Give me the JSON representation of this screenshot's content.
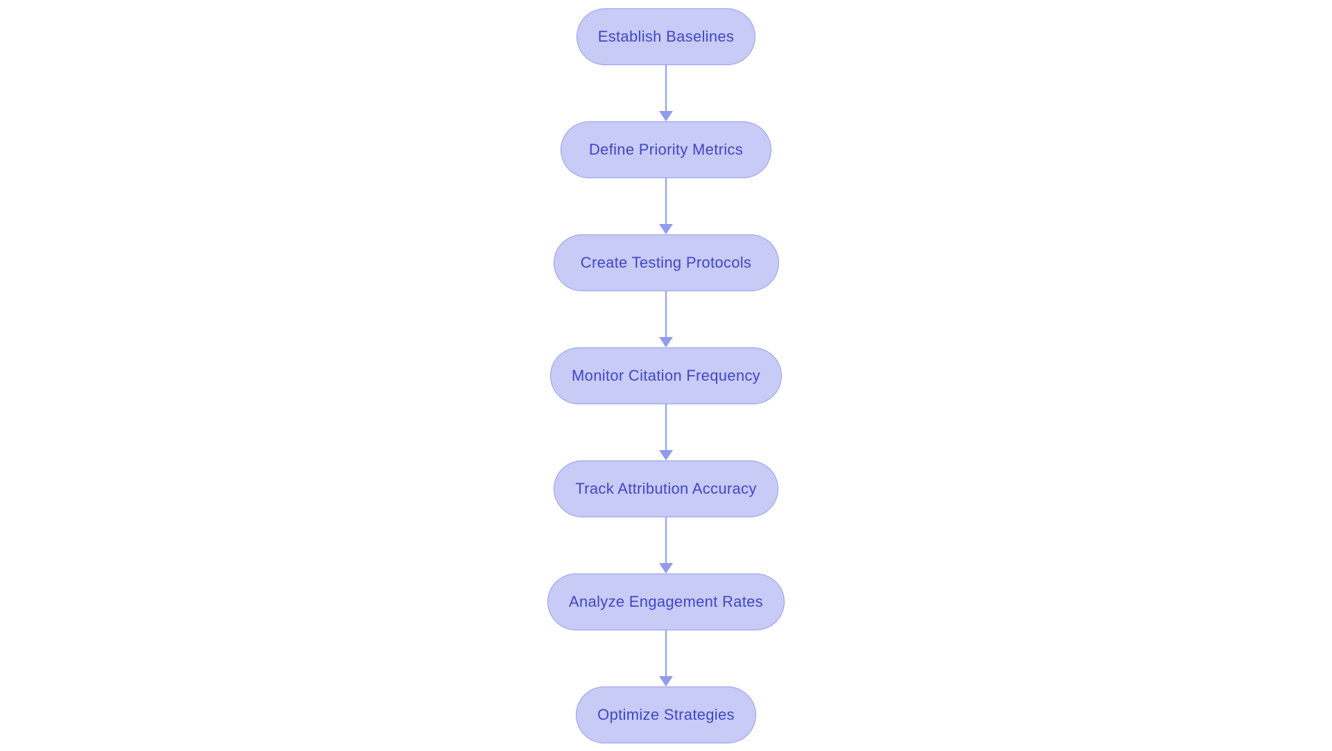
{
  "diagram": {
    "type": "flowchart",
    "direction": "top-down",
    "nodes": [
      {
        "id": 1,
        "label": "Establish Baselines"
      },
      {
        "id": 2,
        "label": "Define Priority Metrics"
      },
      {
        "id": 3,
        "label": "Create Testing Protocols"
      },
      {
        "id": 4,
        "label": "Monitor Citation Frequency"
      },
      {
        "id": 5,
        "label": "Track Attribution Accuracy"
      },
      {
        "id": 6,
        "label": "Analyze Engagement Rates"
      },
      {
        "id": 7,
        "label": "Optimize Strategies"
      }
    ],
    "edges": [
      {
        "from": "Establish Baselines",
        "to": "Define Priority Metrics"
      },
      {
        "from": "Define Priority Metrics",
        "to": "Create Testing Protocols"
      },
      {
        "from": "Create Testing Protocols",
        "to": "Monitor Citation Frequency"
      },
      {
        "from": "Monitor Citation Frequency",
        "to": "Track Attribution Accuracy"
      },
      {
        "from": "Track Attribution Accuracy",
        "to": "Analyze Engagement Rates"
      },
      {
        "from": "Analyze Engagement Rates",
        "to": "Optimize Strategies"
      }
    ],
    "colors": {
      "background": "#ffffff",
      "node_fill": "#c7cbf5",
      "node_border": "#959ded",
      "node_text": "#4046c6",
      "arrow": "#939bec"
    }
  }
}
